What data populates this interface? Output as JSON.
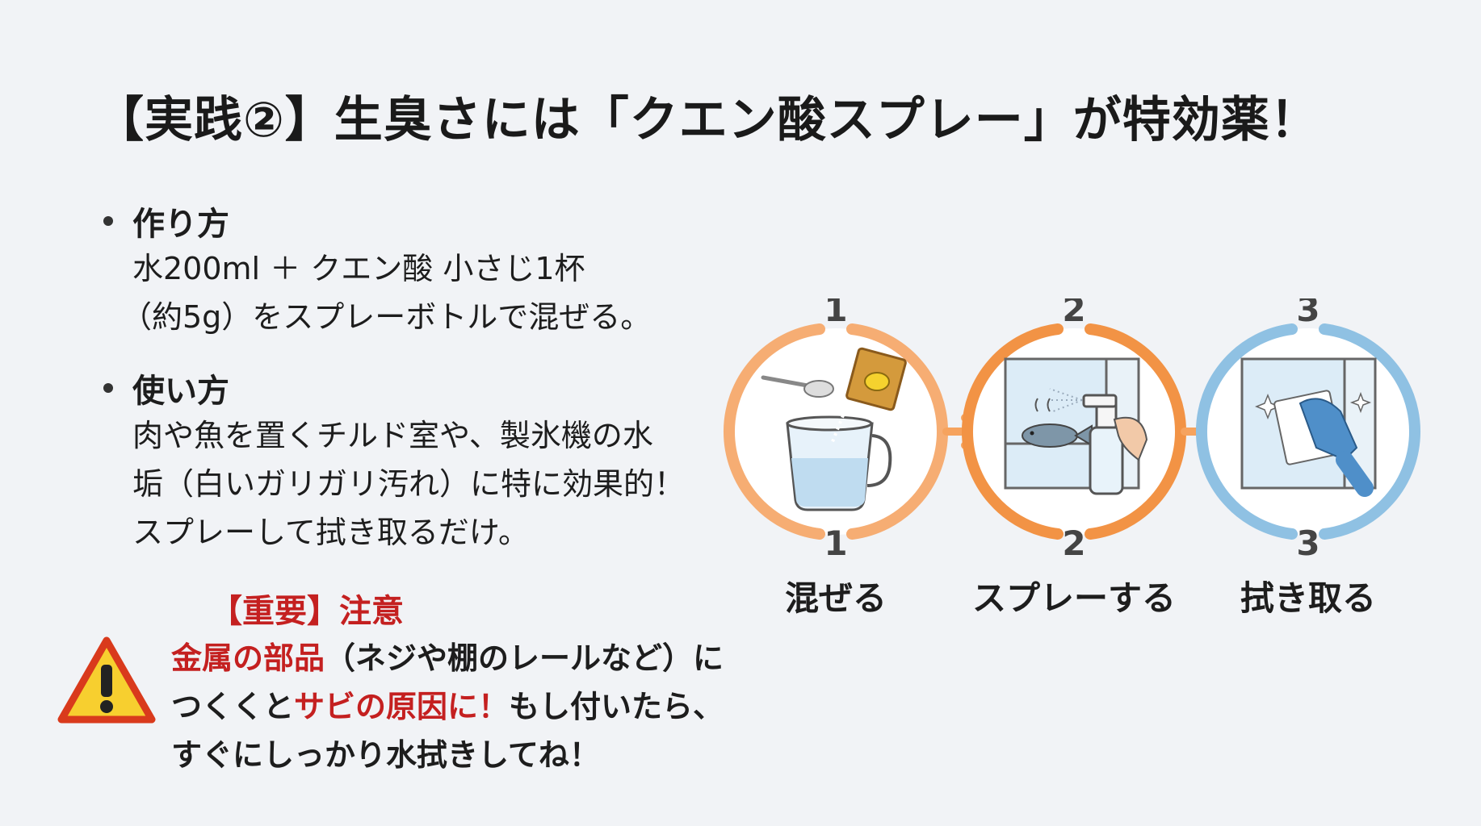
{
  "title": "【実践②】生臭さには「クエン酸スプレー」が特効薬！",
  "how_to_make": {
    "heading": "作り方",
    "lines": [
      "水200ml ＋ クエン酸 小さじ1杯",
      "（約5g）をスプレーボトルで混ぜる。"
    ]
  },
  "how_to_use": {
    "heading": "使い方",
    "lines": [
      "肉や魚を置くチルド室や、製氷機の水",
      "垢（白いガリガリ汚れ）に特に効果的！",
      "スプレーして拭き取るだけ。"
    ]
  },
  "warning": {
    "heading": "【重要】注意",
    "line1_red": "金属の部品",
    "line1_rest": "（ネジや棚のレールなど）に",
    "line2_pre": "つくくと",
    "line2_red": "サビの原因に！",
    "line2_rest": "もし付いたら、",
    "line3": "すぐにしっかり水拭きしてね！",
    "icon": "warning-triangle-icon"
  },
  "steps": [
    {
      "number": "1",
      "label": "混ぜる",
      "color": "#f6ad73"
    },
    {
      "number": "2",
      "label": "スプレーする",
      "color": "#f29345"
    },
    {
      "number": "3",
      "label": "拭き取る",
      "color": "#8fc1e3"
    }
  ],
  "colors": {
    "accent_red": "#c42020",
    "arrow_orange": "#f6a35e"
  }
}
